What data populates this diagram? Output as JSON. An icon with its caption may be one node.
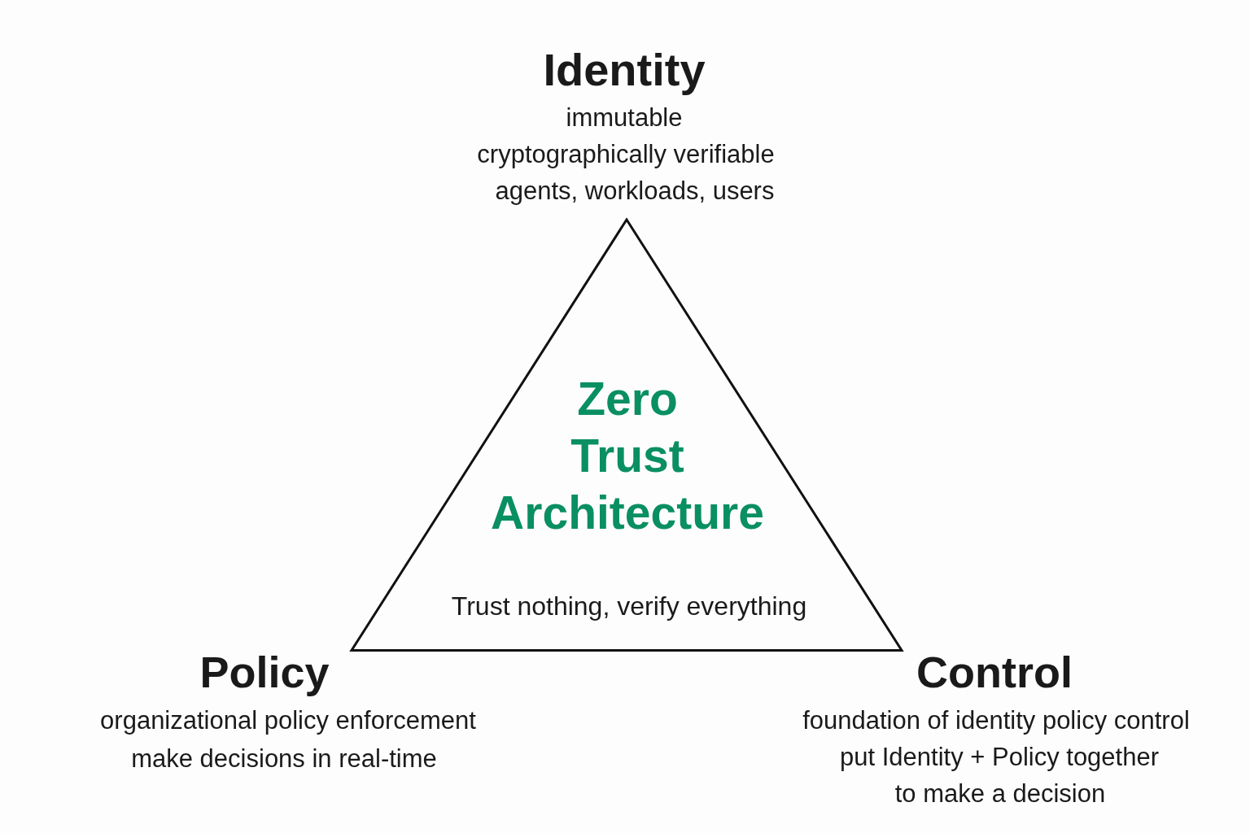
{
  "diagram": {
    "nodes": [
      {
        "text": [
          "Zero Trust Architecture",
          "Trust nothing, verify everything"
        ]
      }
    ],
    "labels": [
      "Identity",
      "immutable",
      "cryptographically verifiable",
      "agents, workloads, users",
      "Policy",
      "organizational policy enforcement",
      "make decisions in real-time",
      "Control",
      "foundation of identity policy control",
      "put Identity + Policy together",
      "to make a decision"
    ]
  }
}
